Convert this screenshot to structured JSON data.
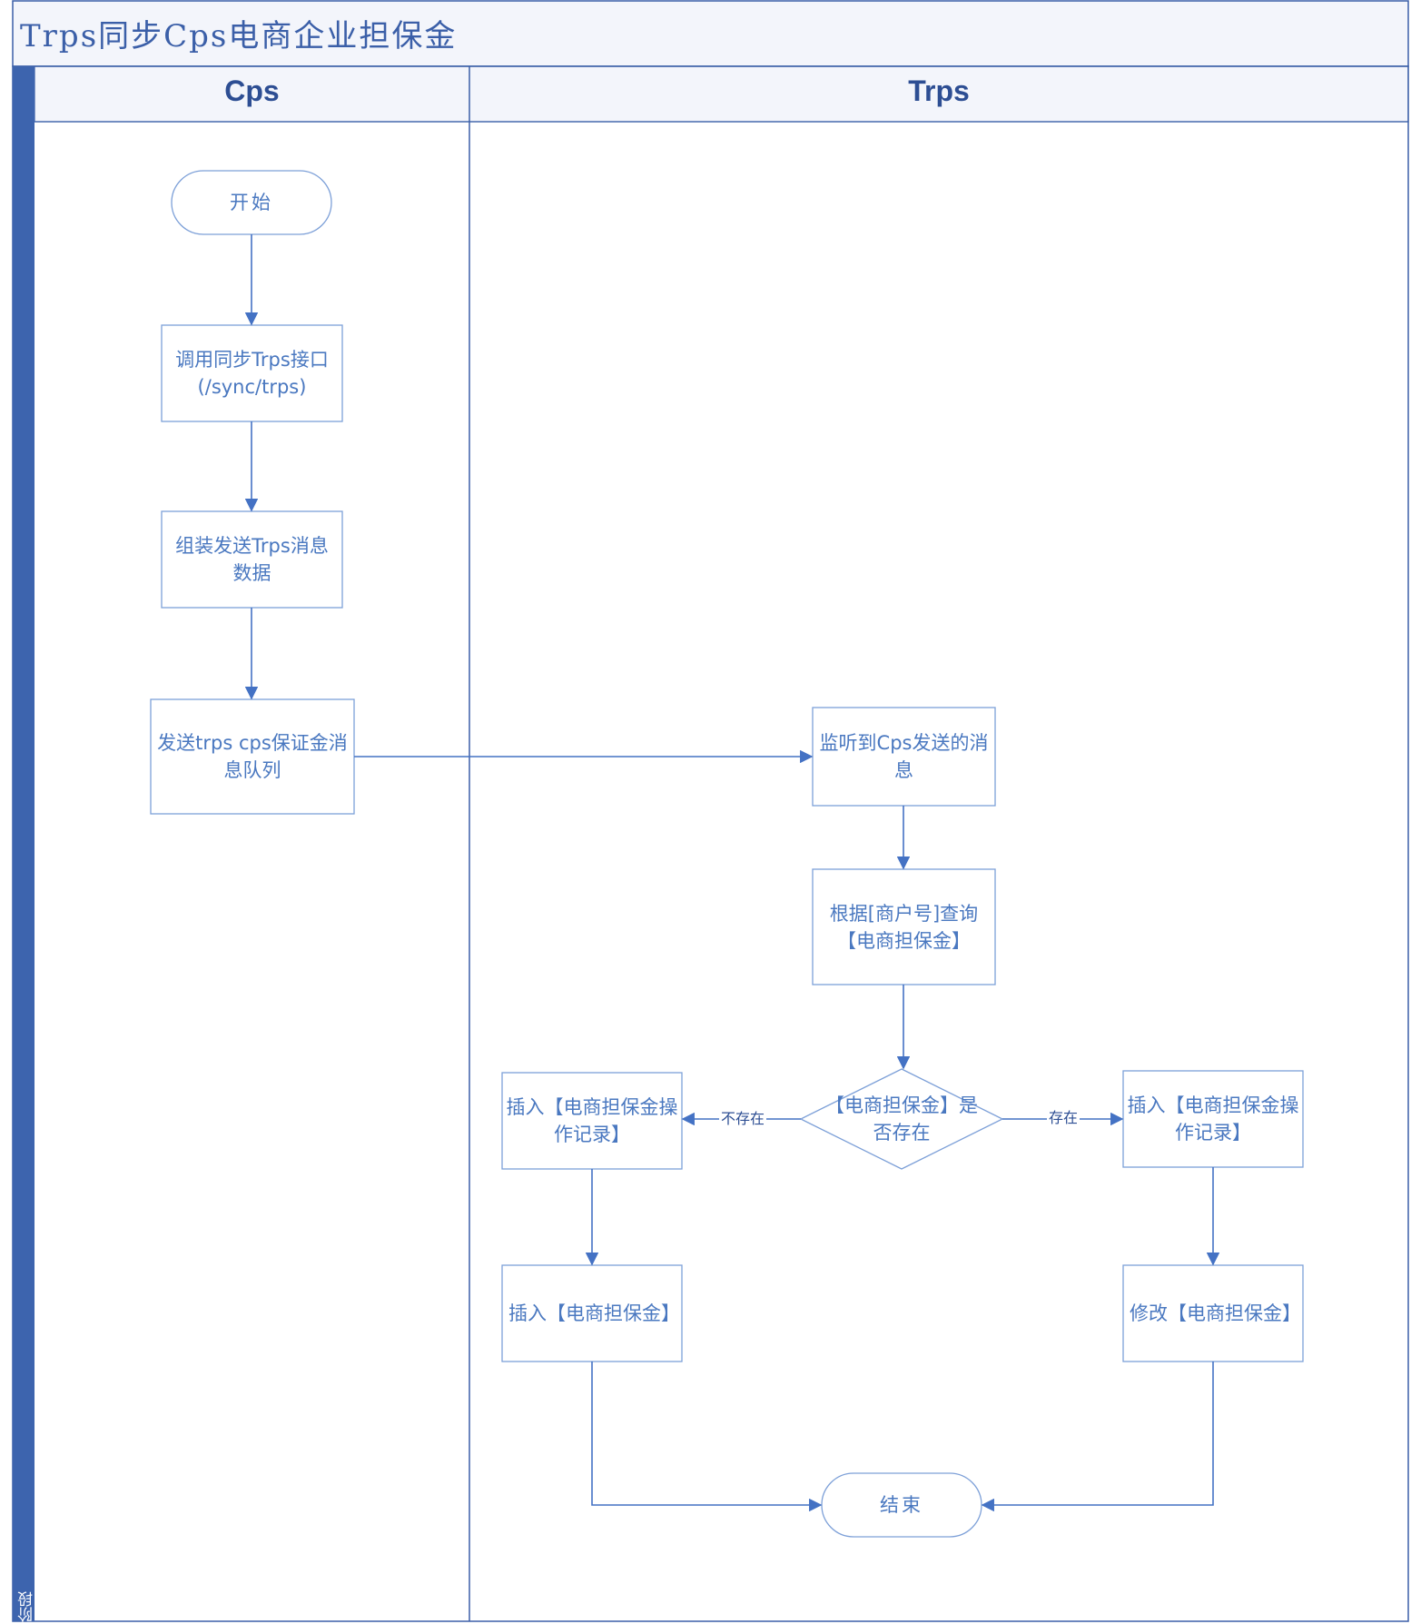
{
  "title": "Trps同步Cps电商企业担保金",
  "stage_label": "阶段",
  "lanes": {
    "cps": "Cps",
    "trps": "Trps"
  },
  "nodes": {
    "start": "开始",
    "call_sync": "调用同步Trps接口(/sync/trps)",
    "assemble": "组装发送Trps消息数据",
    "send_queue": "发送trps cps保证金消息队列",
    "listen": "监听到Cps发送的消息",
    "query": "根据[商户号]查询【电商担保金】",
    "decision": "【电商担保金】是否存在",
    "insert_log_left": "插入【电商担保金操作记录】",
    "insert_log_right": "插入【电商担保金操作记录】",
    "insert_deposit": "插入【电商担保金】",
    "update_deposit": "修改【电商担保金】",
    "end": "结束"
  },
  "edges": {
    "not_exist": "不存在",
    "exist": "存在"
  },
  "colors": {
    "accent": "#3b5fa8",
    "line": "#4472c4",
    "box_border": "#7da0d8",
    "header_bg": "#f3f5fb"
  }
}
